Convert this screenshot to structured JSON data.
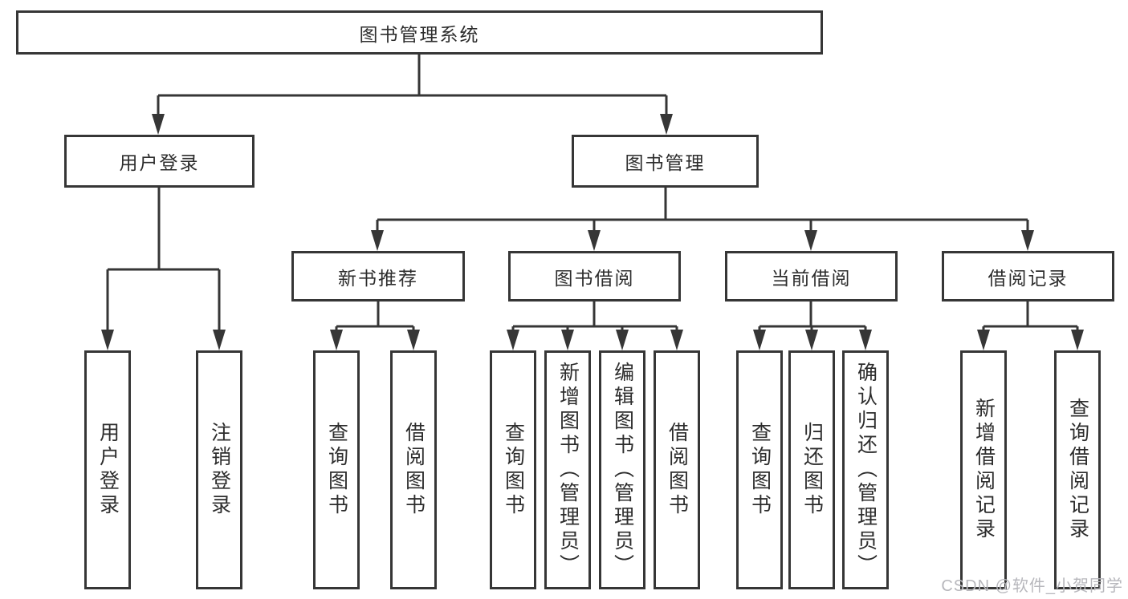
{
  "diagram": {
    "root": {
      "label": "图书管理系统"
    },
    "branches": [
      {
        "label": "用户登录",
        "children": [
          {
            "label": "用户登录"
          },
          {
            "label": "注销登录"
          }
        ]
      },
      {
        "label": "图书管理",
        "groups": [
          {
            "label": "新书推荐",
            "children": [
              {
                "label": "查询图书"
              },
              {
                "label": "借阅图书"
              }
            ]
          },
          {
            "label": "图书借阅",
            "children": [
              {
                "label": "查询图书"
              },
              {
                "label": "新增图书（管理员）"
              },
              {
                "label": "编辑图书（管理员）"
              },
              {
                "label": "借阅图书"
              }
            ]
          },
          {
            "label": "当前借阅",
            "children": [
              {
                "label": "查询图书"
              },
              {
                "label": "归还图书"
              },
              {
                "label": "确认归还（管理员）"
              }
            ]
          },
          {
            "label": "借阅记录",
            "children": [
              {
                "label": "新增借阅记录"
              },
              {
                "label": "查询借阅记录"
              }
            ]
          }
        ]
      }
    ]
  },
  "watermark": {
    "text": "CSDN @软件_小贺同学"
  },
  "colors": {
    "line": "#363636",
    "text": "#2d2d2d",
    "background": "#ffffff",
    "watermark": "#b7b7bc"
  }
}
